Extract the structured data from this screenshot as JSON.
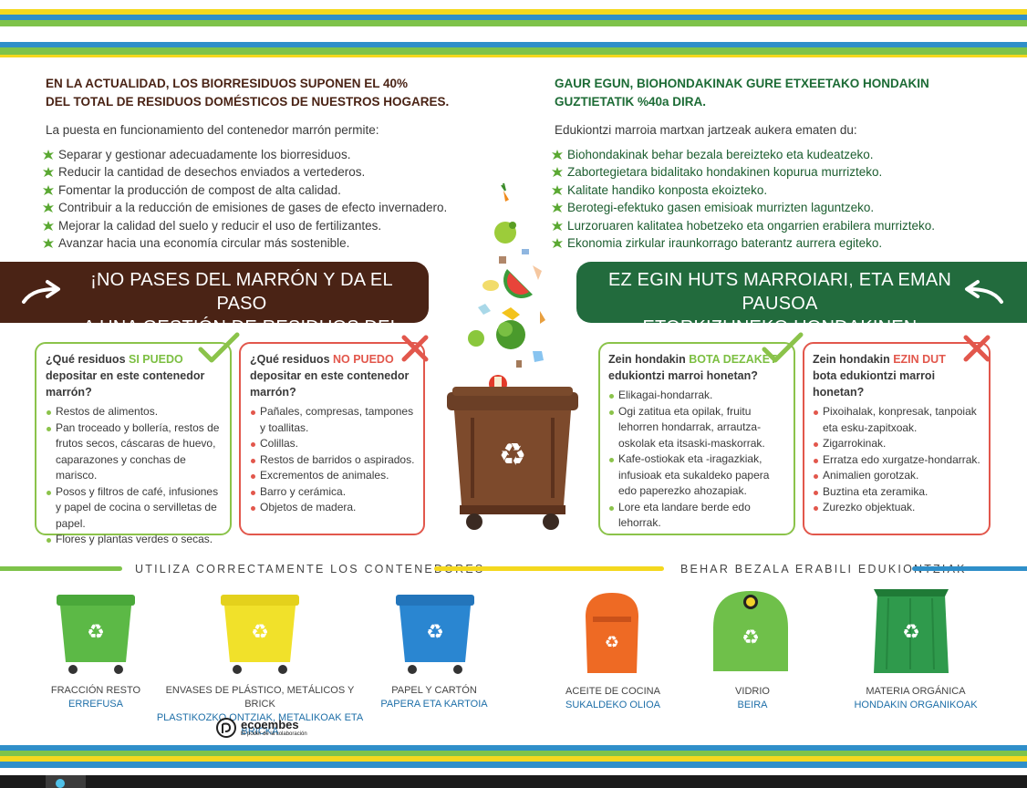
{
  "left": {
    "heading_line1": "EN LA ACTUALIDAD, LOS BIORRESIDUOS SUPONEN EL 40%",
    "heading_line2": "DEL TOTAL DE RESIDUOS DOMÉSTICOS DE NUESTROS HOGARES.",
    "intro": "La puesta en funcionamiento del contenedor marrón permite:",
    "bullets": [
      "Separar y gestionar adecuadamente los biorresiduos.",
      "Reducir la cantidad de desechos enviados a vertederos.",
      "Fomentar la producción de compost de alta calidad.",
      "Contribuir a la reducción de emisiones de gases de efecto invernadero.",
      "Mejorar la calidad del suelo y reducir el uso de fertilizantes.",
      "Avanzar hacia una economía circular más sostenible."
    ],
    "banner_line1": "¡NO PASES DEL MARRÓN Y DA EL PASO",
    "banner_line2": "A UNA GESTIÓN DE RESIDUOS DEL FUTURO!",
    "yes_card": {
      "q_pre": "¿Qué residuos ",
      "q_hl": "SI PUEDO",
      "q_post": "depositar en este contenedor marrón?",
      "items": [
        "Restos de alimentos.",
        "Pan troceado y bollería, restos de frutos secos, cáscaras de huevo, caparazones y conchas de marisco.",
        "Posos y filtros de café, infusiones y papel de cocina o servilletas de papel.",
        "Flores y plantas verdes o secas."
      ]
    },
    "no_card": {
      "q_pre": "¿Qué residuos ",
      "q_hl": "NO PUEDO",
      "q_post": "depositar en este contenedor marrón?",
      "items": [
        "Pañales, compresas, tampones y toallitas.",
        "Colillas.",
        "Restos de barridos o aspirados.",
        "Excrementos de animales.",
        "Barro y cerámica.",
        "Objetos de madera."
      ]
    }
  },
  "right": {
    "heading_line1": "GAUR EGUN, BIOHONDAKINAK GURE ETXEETAKO HONDAKIN",
    "heading_line2": "GUZTIETATIK %40a DIRA.",
    "intro": "Edukiontzi marroia martxan jartzeak aukera ematen du:",
    "bullets": [
      "Biohondakinak behar bezala bereizteko eta kudeatzeko.",
      "Zabortegietara bidalitako hondakinen kopurua murrizteko.",
      "Kalitate handiko konposta ekoizteko.",
      "Berotegi-efektuko gasen emisioak murrizten laguntzeko.",
      "Lurzoruaren kalitatea hobetzeko eta ongarrien erabilera murrizteko.",
      "Ekonomia zirkular iraunkorrago baterantz aurrera egiteko."
    ],
    "banner_line1": "EZ EGIN HUTS MARROIARI, ETA EMAN PAUSOA",
    "banner_line2": "ETORKIZUNEKO HONDAKINEN KUDEAKETARANTZ!",
    "yes_card": {
      "q_pre": "Zein hondakin ",
      "q_hl": "BOTA DEZAKET",
      "q_post": "edukiontzi marroi honetan?",
      "items": [
        "Elikagai-hondarrak.",
        "Ogi zatitua eta opilak, fruitu lehorren hondarrak, arrautza-oskolak eta itsaski-maskorrak.",
        "Kafe-ostiokak eta -iragazkiak, infusioak eta sukaldeko papera edo paperezko ahozapiak.",
        "Lore eta landare berde edo lehorrak."
      ]
    },
    "no_card": {
      "q_pre": "Zein hondakin ",
      "q_hl": "EZIN DUT",
      "q_post": "bota edukiontzi marroi honetan?",
      "items": [
        "Pixoihalak, konpresak, tanpoiak eta esku-zapitxoak.",
        "Zigarrokinak.",
        "Erratza edo xurgatze-hondarrak.",
        "Animalien gorotzak.",
        "Buztina eta zeramika.",
        "Zurezko objektuak."
      ]
    }
  },
  "section_title_es": "UTILIZA CORRECTAMENTE LOS CONTENEDORES",
  "section_title_eu": "BEHAR BEZALA ERABILI EDUKIONTZIAK",
  "bins": [
    {
      "es": "FRACCIÓN RESTO",
      "eu": "ERREFUSA",
      "color": "#5cb946"
    },
    {
      "es": "ENVASES DE PLÁSTICO, METÁLICOS Y BRICK",
      "eu": "PLASTIKOZKO ONTZIAK, METALIKOAK ETA BRICKA",
      "color": "#f1e12a"
    },
    {
      "es": "PAPEL Y CARTÓN",
      "eu": "PAPERA ETA KARTOIA",
      "color": "#2a86d1"
    },
    {
      "es": "ACEITE DE COCINA",
      "eu": "SUKALDEKO OLIOA",
      "color": "#ee6a24"
    },
    {
      "es": "VIDRIO",
      "eu": "BEIRA",
      "color": "#6fc04a"
    },
    {
      "es": "MATERIA ORGÁNICA",
      "eu": "HONDAKIN ORGANIKOAK",
      "color": "#2f9a4c"
    }
  ],
  "logo": {
    "name": "ecoembes",
    "tagline": "El poder de la colaboración"
  },
  "colors": {
    "brown": "#4a2315",
    "green_banner": "#226b3d",
    "heading_brown": "#4a2315",
    "heading_green": "#1c6b35",
    "accent_green": "#66b840",
    "accent_red": "#e2574c"
  }
}
